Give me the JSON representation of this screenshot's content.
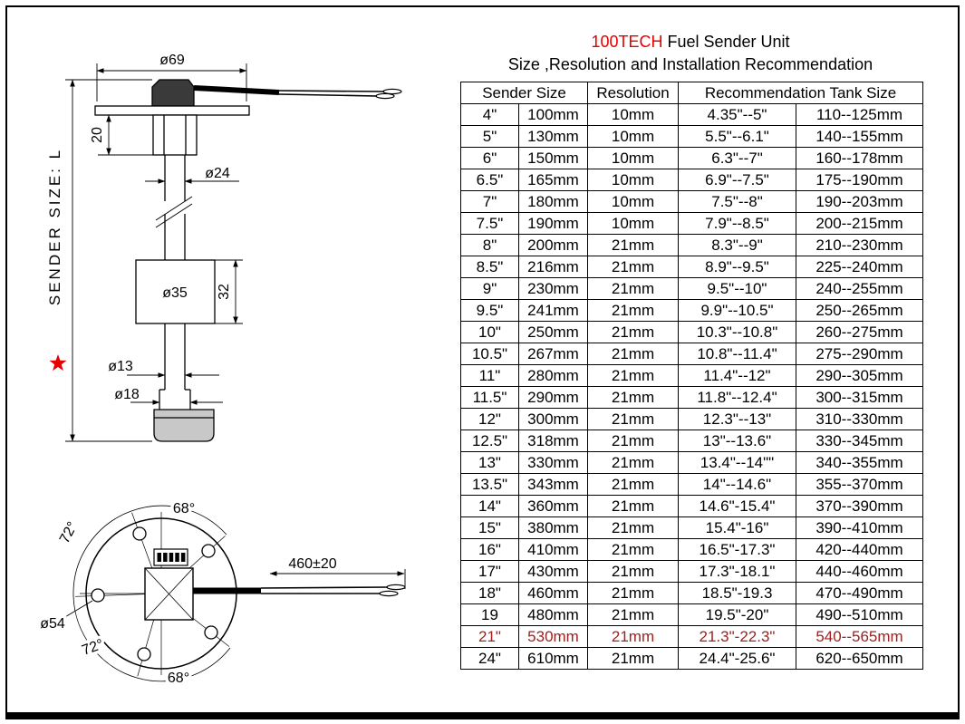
{
  "title": {
    "brand": "100TECH",
    "rest": " Fuel Sender Unit",
    "subtitle": "Size ,Resolution and Installation Recommendation"
  },
  "colors": {
    "brand_red": "#e60000",
    "highlight_row_red": "#a02020",
    "ink": "#000000"
  },
  "drawing": {
    "side_view": {
      "dim_flange_diameter": "ø69",
      "dim_neck_height": "20",
      "dim_tube_diameter": "ø24",
      "dim_float_diameter": "ø35",
      "dim_float_height": "32",
      "dim_rod_diameter": "ø13",
      "dim_tip_diameter": "ø18",
      "length_label": "SENDER SIZE:  L"
    },
    "top_view": {
      "angle_top": "68°",
      "angle_upper_left": "72°",
      "angle_lower_left": "72°",
      "angle_bottom": "68°",
      "dim_bolt_circle": "ø54",
      "dim_cable_length": "460±20"
    }
  },
  "table": {
    "headers": [
      "Sender Size",
      "Resolution",
      "Recommendation Tank Size"
    ],
    "rows": [
      {
        "size_in": "4\"",
        "size_mm": "100mm",
        "resolution": "10mm",
        "tank_in": "4.35\"--5\"",
        "tank_mm": "110--125mm",
        "highlight": false
      },
      {
        "size_in": "5\"",
        "size_mm": "130mm",
        "resolution": "10mm",
        "tank_in": "5.5\"--6.1\"",
        "tank_mm": "140--155mm",
        "highlight": false
      },
      {
        "size_in": "6\"",
        "size_mm": "150mm",
        "resolution": "10mm",
        "tank_in": "6.3\"--7\"",
        "tank_mm": "160--178mm",
        "highlight": false
      },
      {
        "size_in": "6.5\"",
        "size_mm": "165mm",
        "resolution": "10mm",
        "tank_in": "6.9\"--7.5\"",
        "tank_mm": "175--190mm",
        "highlight": false
      },
      {
        "size_in": "7\"",
        "size_mm": "180mm",
        "resolution": "10mm",
        "tank_in": "7.5\"--8\"",
        "tank_mm": "190--203mm",
        "highlight": false
      },
      {
        "size_in": "7.5\"",
        "size_mm": "190mm",
        "resolution": "10mm",
        "tank_in": "7.9\"--8.5\"",
        "tank_mm": "200--215mm",
        "highlight": false
      },
      {
        "size_in": "8\"",
        "size_mm": "200mm",
        "resolution": "21mm",
        "tank_in": "8.3\"--9\"",
        "tank_mm": "210--230mm",
        "highlight": false
      },
      {
        "size_in": "8.5\"",
        "size_mm": "216mm",
        "resolution": "21mm",
        "tank_in": "8.9\"--9.5\"",
        "tank_mm": "225--240mm",
        "highlight": false
      },
      {
        "size_in": "9\"",
        "size_mm": "230mm",
        "resolution": "21mm",
        "tank_in": "9.5\"--10\"",
        "tank_mm": "240--255mm",
        "highlight": false
      },
      {
        "size_in": "9.5\"",
        "size_mm": "241mm",
        "resolution": "21mm",
        "tank_in": "9.9\"--10.5\"",
        "tank_mm": "250--265mm",
        "highlight": false
      },
      {
        "size_in": "10\"",
        "size_mm": "250mm",
        "resolution": "21mm",
        "tank_in": "10.3\"--10.8\"",
        "tank_mm": "260--275mm",
        "highlight": false
      },
      {
        "size_in": "10.5\"",
        "size_mm": "267mm",
        "resolution": "21mm",
        "tank_in": "10.8\"--11.4\"",
        "tank_mm": "275--290mm",
        "highlight": false
      },
      {
        "size_in": "11\"",
        "size_mm": "280mm",
        "resolution": "21mm",
        "tank_in": "11.4\"--12\"",
        "tank_mm": "290--305mm",
        "highlight": false
      },
      {
        "size_in": "11.5\"",
        "size_mm": "290mm",
        "resolution": "21mm",
        "tank_in": "11.8\"--12.4\"",
        "tank_mm": "300--315mm",
        "highlight": false
      },
      {
        "size_in": "12\"",
        "size_mm": "300mm",
        "resolution": "21mm",
        "tank_in": "12.3\"--13\"",
        "tank_mm": "310--330mm",
        "highlight": false
      },
      {
        "size_in": "12.5\"",
        "size_mm": "318mm",
        "resolution": "21mm",
        "tank_in": "13\"--13.6\"",
        "tank_mm": "330--345mm",
        "highlight": false
      },
      {
        "size_in": "13\"",
        "size_mm": "330mm",
        "resolution": "21mm",
        "tank_in": "13.4\"--14\"\"",
        "tank_mm": "340--355mm",
        "highlight": false
      },
      {
        "size_in": "13.5\"",
        "size_mm": "343mm",
        "resolution": "21mm",
        "tank_in": "14\"--14.6\"",
        "tank_mm": "355--370mm",
        "highlight": false
      },
      {
        "size_in": "14\"",
        "size_mm": "360mm",
        "resolution": "21mm",
        "tank_in": "14.6\"-15.4\"",
        "tank_mm": "370--390mm",
        "highlight": false
      },
      {
        "size_in": "15\"",
        "size_mm": "380mm",
        "resolution": "21mm",
        "tank_in": "15.4\"-16\"",
        "tank_mm": "390--410mm",
        "highlight": false
      },
      {
        "size_in": "16\"",
        "size_mm": "410mm",
        "resolution": "21mm",
        "tank_in": "16.5\"-17.3\"",
        "tank_mm": "420--440mm",
        "highlight": false
      },
      {
        "size_in": "17\"",
        "size_mm": "430mm",
        "resolution": "21mm",
        "tank_in": "17.3\"-18.1\"",
        "tank_mm": "440--460mm",
        "highlight": false
      },
      {
        "size_in": "18\"",
        "size_mm": "460mm",
        "resolution": "21mm",
        "tank_in": "18.5\"-19.3",
        "tank_mm": "470--490mm",
        "highlight": false
      },
      {
        "size_in": "19",
        "size_mm": "480mm",
        "resolution": "21mm",
        "tank_in": "19.5\"-20\"",
        "tank_mm": "490--510mm",
        "highlight": false
      },
      {
        "size_in": "21\"",
        "size_mm": "530mm",
        "resolution": "21mm",
        "tank_in": "21.3\"-22.3\"",
        "tank_mm": "540--565mm",
        "highlight": true
      },
      {
        "size_in": "24\"",
        "size_mm": "610mm",
        "resolution": "21mm",
        "tank_in": "24.4\"-25.6\"",
        "tank_mm": "620--650mm",
        "highlight": false
      }
    ]
  }
}
